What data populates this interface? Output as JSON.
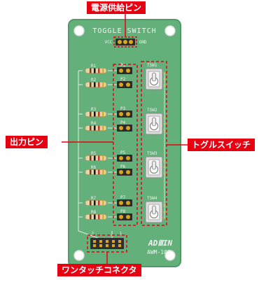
{
  "callouts": {
    "power_pins": "電源供給ピン",
    "output_pins": "出力ピン",
    "toggle_switches": "トグルスイッチ",
    "one_touch_connector": "ワンタッチコネクタ"
  },
  "board": {
    "title": "TOGGLE SWITCH",
    "vcc_label": "VCC",
    "gnd_label": "GND",
    "logo": "ADⅢIN",
    "model": "AWM-103",
    "resistors": [
      "R1",
      "R2",
      "R3",
      "R4",
      "R5",
      "R6",
      "R7",
      "R8"
    ],
    "pins": [
      "P1",
      "P2",
      "P3",
      "P4",
      "P5",
      "P6",
      "P7",
      "P8"
    ],
    "switches": [
      "TSW1",
      "TSW2",
      "TSW3",
      "TSW4"
    ],
    "connector_labels": [
      "2",
      "1"
    ]
  },
  "colors": {
    "pcb": "#63b07a",
    "pcb_edge": "#4f9a66",
    "accent": "#e60012",
    "silkscreen": "#eef5ef"
  }
}
